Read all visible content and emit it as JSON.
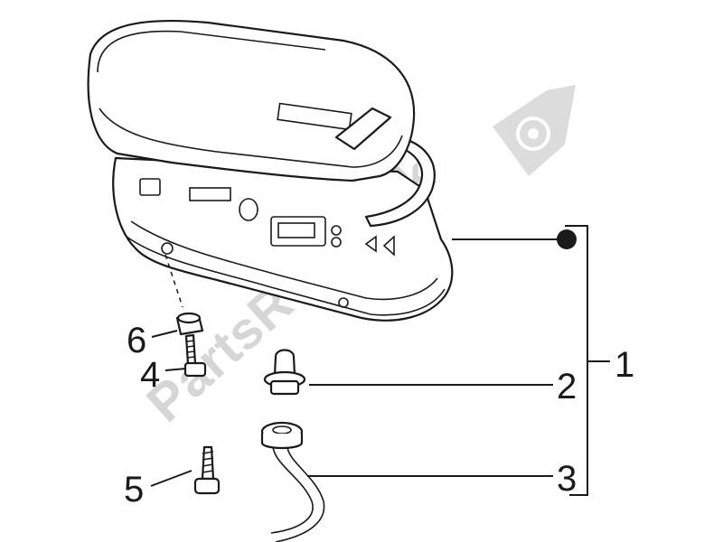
{
  "watermark": {
    "text": "PartsRepublik",
    "icon": "gear-flag-icon",
    "color": "#d6d6d6"
  },
  "callouts": {
    "c1": "1",
    "c2": "2",
    "c3": "3",
    "c4": "4",
    "c5": "5",
    "c6": "6"
  },
  "colors": {
    "line": "#1a1a1a",
    "background": "#ffffff"
  }
}
